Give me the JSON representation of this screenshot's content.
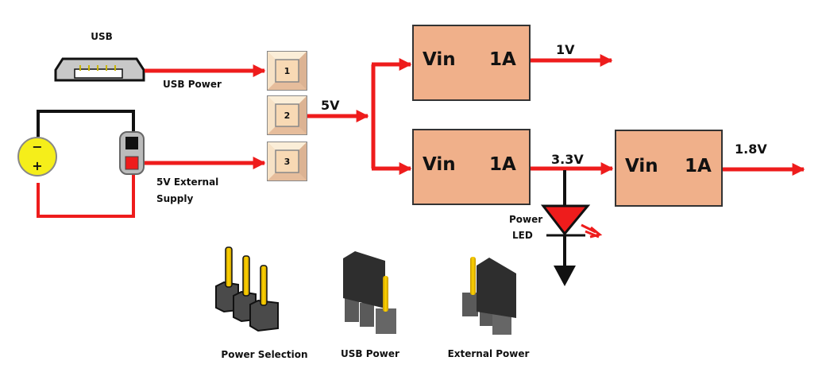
{
  "diagram": {
    "inputs": {
      "usb": {
        "title": "USB",
        "wire_label": "USB Power"
      },
      "external": {
        "wire_label_line1": "5V External",
        "wire_label_line2": "Supply",
        "polarity_minus": "−",
        "polarity_plus": "+"
      }
    },
    "selector_pins": [
      "1",
      "2",
      "3"
    ],
    "bus_label": "5V",
    "regulators": [
      {
        "id": "reg-1v",
        "input_label": "Vin",
        "current_label": "1A",
        "output_label": "1V"
      },
      {
        "id": "reg-3v3",
        "input_label": "Vin",
        "current_label": "1A",
        "output_label": "3.3V"
      },
      {
        "id": "reg-1v8",
        "input_label": "Vin",
        "current_label": "1A",
        "output_label": "1.8V"
      }
    ],
    "led": {
      "label_line1": "Power",
      "label_line2": "LED"
    },
    "jumpers": [
      {
        "label": "Power Selection"
      },
      {
        "label": "USB Power"
      },
      {
        "label": "External Power"
      }
    ],
    "colors": {
      "wire": "#ee1c1c",
      "regulator_fill": "#f0b08a",
      "pin_box": "#f3d7b4",
      "led": "#ee1c1c",
      "jumper_pin": "#f5c400",
      "jumper_body": "#2e2e2e",
      "battery": "#f5ee1a"
    }
  }
}
